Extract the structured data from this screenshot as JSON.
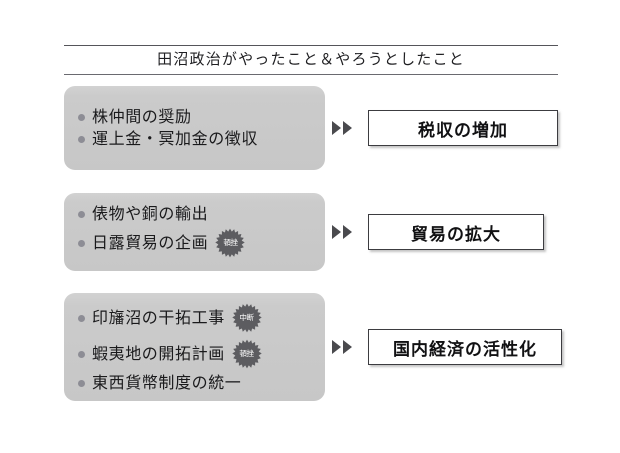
{
  "slide": {
    "title": "田沼政治がやったこと＆やろうとしたこと"
  },
  "rows": [
    {
      "id": "row-1",
      "items": [
        {
          "text": "株仲間の奨励",
          "badge": null
        },
        {
          "text": "運上金・冥加金の徴収",
          "badge": null
        }
      ],
      "arrow": "double-right-triangle",
      "result": "税収の増加"
    },
    {
      "id": "row-2",
      "items": [
        {
          "text": "俵物や銅の輸出",
          "badge": null
        },
        {
          "text": "日露貿易の企画",
          "badge": "頓挫"
        }
      ],
      "arrow": "double-right-triangle",
      "result": "貿易の拡大"
    },
    {
      "id": "row-3",
      "items": [
        {
          "text": "印旛沼の干拓工事",
          "badge": "中断"
        },
        {
          "text": "蝦夷地の開拓計画",
          "badge": "頓挫"
        },
        {
          "text": "東西貨幣制度の統一",
          "badge": null
        }
      ],
      "arrow": "double-right-triangle",
      "result": "国内経済の活性化"
    }
  ],
  "colors": {
    "panel_gray": "#c8c8c8",
    "bullet_gray": "#8d8d95",
    "arrow_gray": "#4a4a4e",
    "badge_gray": "#5c5c60",
    "text_dark": "#1a1a1c",
    "rule_gray": "#55555a",
    "background": "#ffffff"
  }
}
